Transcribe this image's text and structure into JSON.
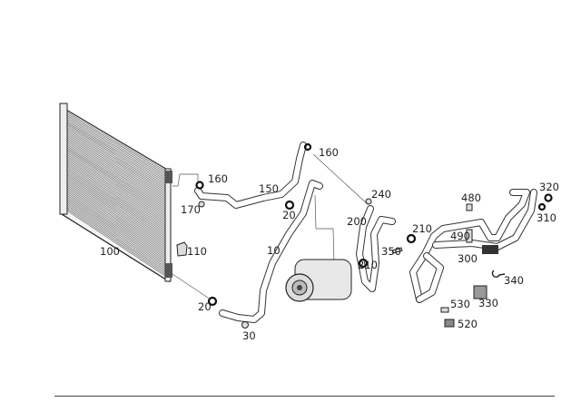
{
  "diagram": {
    "part_labels": {
      "p10": "10",
      "p20a": "20",
      "p20b": "20",
      "p30": "30",
      "p100": "100",
      "p110": "110",
      "p150": "150",
      "p160a": "160",
      "p160b": "160",
      "p170": "170",
      "p200": "200",
      "p210a": "210",
      "p210b": "210",
      "p240": "240",
      "p300": "300",
      "p310": "310",
      "p320": "320",
      "p330": "330",
      "p340": "340",
      "p350": "350",
      "p480": "480",
      "p490": "490",
      "p520": "520",
      "p530": "530"
    }
  }
}
